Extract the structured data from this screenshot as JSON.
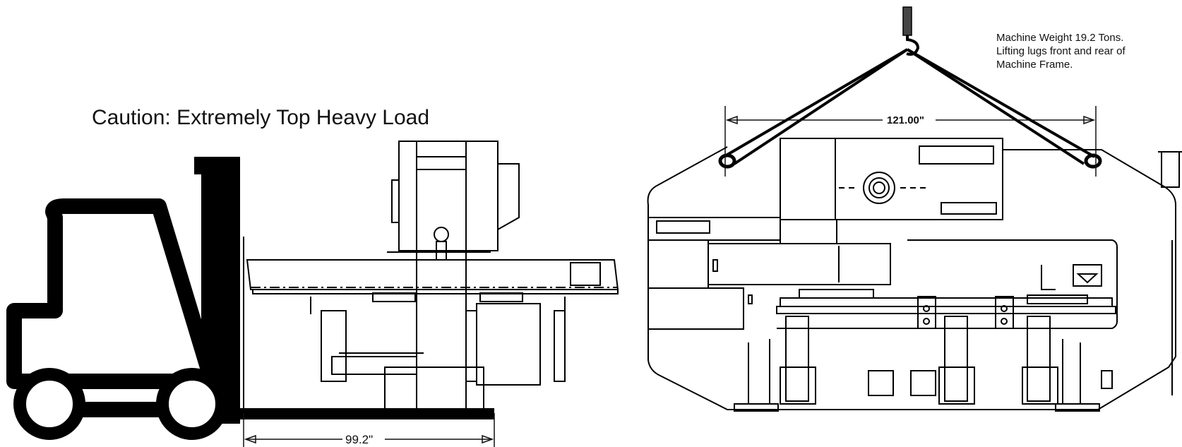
{
  "caution": {
    "text": "Caution: Extremely Top Heavy Load"
  },
  "weight_note": {
    "line1": "Machine Weight 19.2 Tons.",
    "line2": "Lifting lugs front and rear of",
    "line3": "Machine Frame."
  },
  "dimensions": {
    "forklift_length": "99.2\"",
    "sling_span": "121.00\""
  }
}
